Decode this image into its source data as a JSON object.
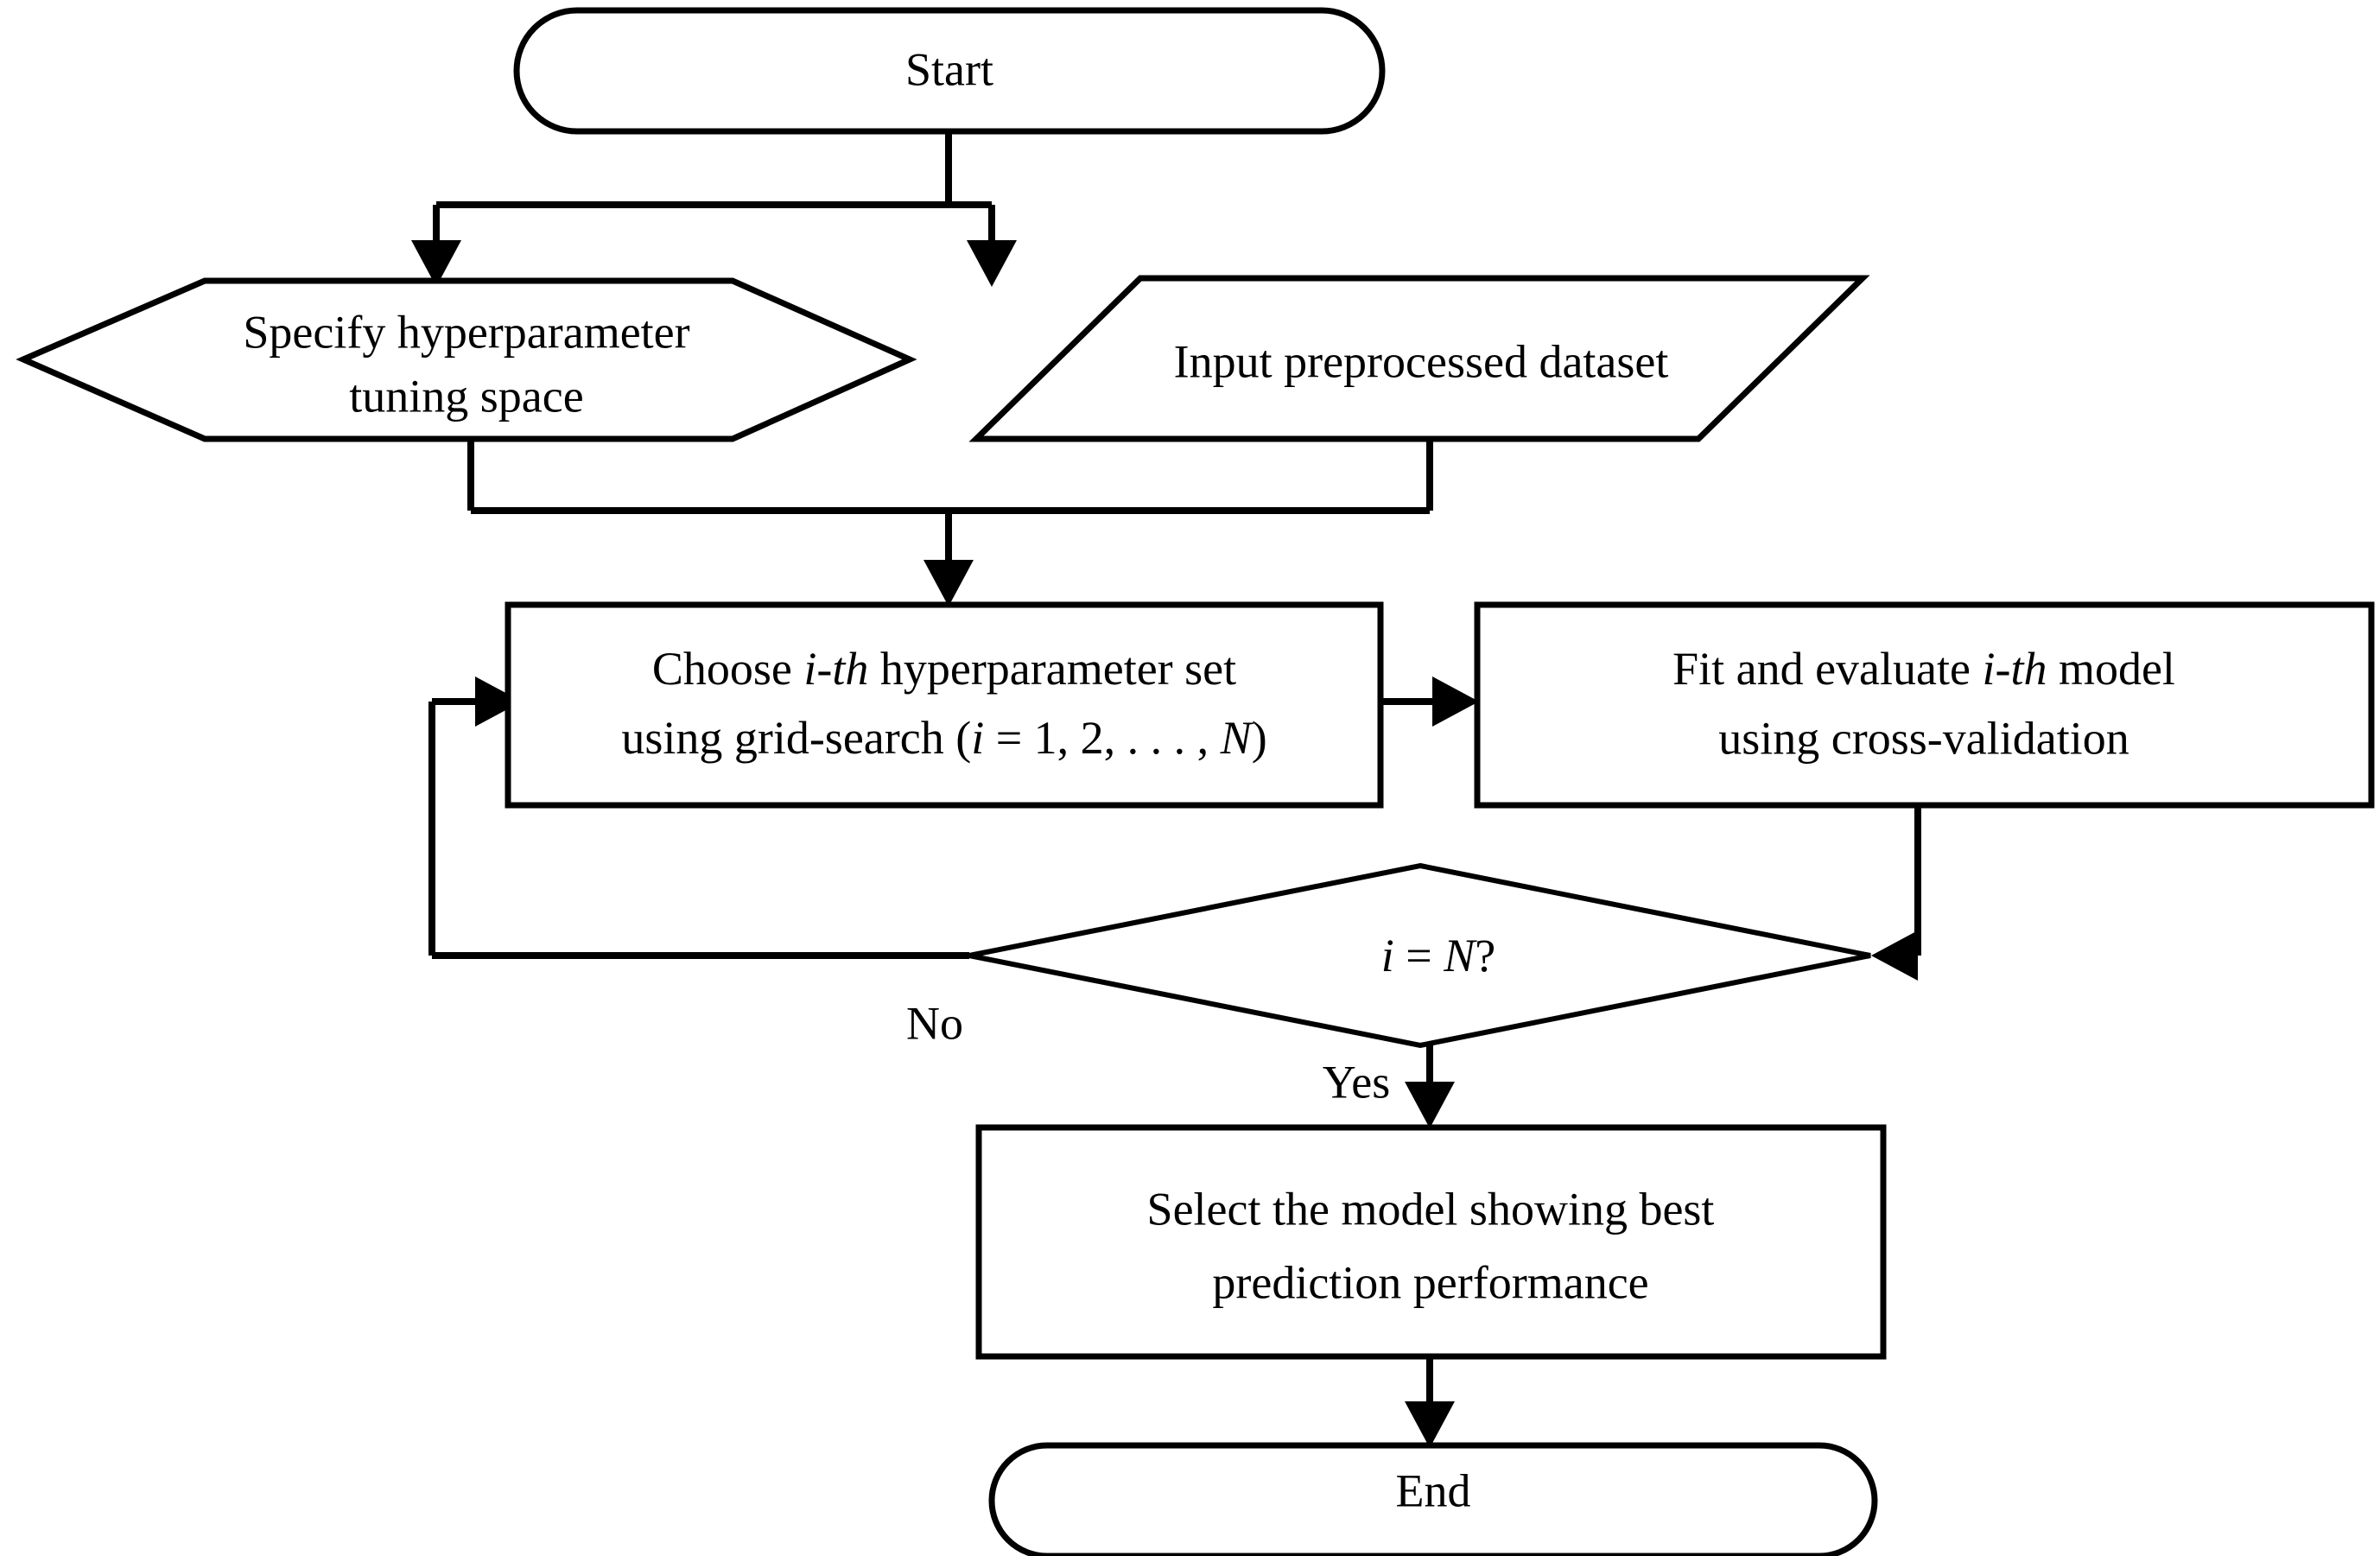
{
  "diagram": {
    "title": "Hyperparameter tuning flowchart",
    "type": "flowchart",
    "background_color": "#ffffff",
    "line_color": "#000000"
  },
  "nodes": {
    "start": {
      "shape": "terminator",
      "label": "Start"
    },
    "specify_space": {
      "shape": "hexagon",
      "line1": "Specify hyperparameter",
      "line2": "tuning space"
    },
    "input_dataset": {
      "shape": "parallelogram",
      "label": "Input preprocessed dataset"
    },
    "choose_set": {
      "shape": "process",
      "line1_a": "Choose ",
      "line1_i": "i-th",
      "line1_b": " hyperparameter set",
      "line2_a": "using grid-search (",
      "line2_i": "i",
      "line2_b": " = 1, 2, . . . , ",
      "line2_n": "N",
      "line2_c": ")"
    },
    "fit_evaluate": {
      "shape": "process",
      "line1_a": "Fit and evaluate ",
      "line1_i": "i-th",
      "line1_b": " model",
      "line2": "using cross-validation"
    },
    "decision": {
      "shape": "diamond",
      "label_i": "i",
      "label_eq": " = ",
      "label_n": "N",
      "label_q": "?"
    },
    "select_model": {
      "shape": "process",
      "line1": "Select the model showing best",
      "line2": "prediction performance"
    },
    "end": {
      "shape": "terminator",
      "label": "End"
    }
  },
  "edge_labels": {
    "no": "No",
    "yes": "Yes"
  }
}
